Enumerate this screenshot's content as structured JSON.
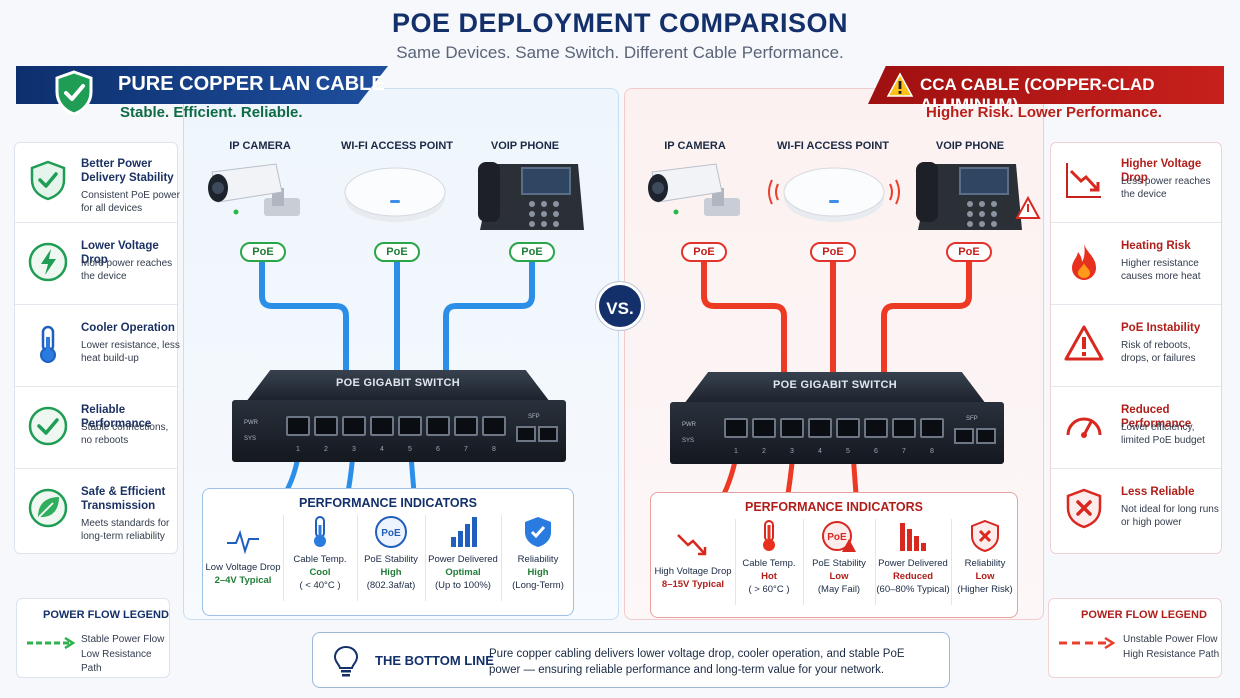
{
  "header": {
    "title": "POE DEPLOYMENT COMPARISON",
    "subtitle": "Same Devices. Same Switch. Different Cable Performance."
  },
  "vs_label": "VS.",
  "left": {
    "banner": "PURE COPPER LAN CABLE",
    "tagline": "Stable. Efficient. Reliable.",
    "accent": "#0d2f6e",
    "features": [
      {
        "icon": "shield-check-icon",
        "title": "Better Power Delivery Stability",
        "desc": "Consistent PoE power for all devices"
      },
      {
        "icon": "lightning-icon",
        "title": "Lower Voltage Drop",
        "desc": "More power reaches the device"
      },
      {
        "icon": "thermometer-icon",
        "title": "Cooler Operation",
        "desc": "Lower resistance, less heat build-up"
      },
      {
        "icon": "checkmark-icon",
        "title": "Reliable Performance",
        "desc": "Stable connections, no reboots"
      },
      {
        "icon": "leaf-icon",
        "title": "Safe & Efficient Transmission",
        "desc": "Meets standards for long-term reliability"
      }
    ],
    "devices": [
      {
        "label": "IP CAMERA",
        "poe": "PoE"
      },
      {
        "label": "WI-FI ACCESS POINT",
        "poe": "PoE"
      },
      {
        "label": "VOIP PHONE",
        "poe": "PoE"
      }
    ],
    "switch": {
      "name": "POE GIGABIT SWITCH",
      "pwr": "PWR",
      "sys": "SYS",
      "ports": [
        "1",
        "2",
        "3",
        "4",
        "5",
        "6",
        "7",
        "8"
      ],
      "sfp": "SFP"
    },
    "perf": {
      "title": "PERFORMANCE INDICATORS",
      "metrics": [
        {
          "icon": "waveform-icon",
          "label": "Low Voltage Drop",
          "value": "2–4V Typical",
          "extra": ""
        },
        {
          "icon": "thermometer-icon",
          "label": "Cable Temp.",
          "value": "Cool",
          "extra": "( < 40°C )"
        },
        {
          "icon": "poe-circle-icon",
          "label": "PoE Stability",
          "value": "High",
          "extra": "(802.3af/at)"
        },
        {
          "icon": "bar-chart-icon",
          "label": "Power Delivered",
          "value": "Optimal",
          "extra": "(Up to 100%)"
        },
        {
          "icon": "shield-check-icon",
          "label": "Reliability",
          "value": "High",
          "extra": "(Long-Term)"
        }
      ]
    },
    "legend": {
      "title": "POWER FLOW LEGEND",
      "line1": "Stable Power Flow",
      "line2": "Low Resistance Path"
    }
  },
  "right": {
    "banner": "CCA CABLE (COPPER-CLAD ALUMINUM)",
    "tagline": "Higher Risk. Lower Performance.",
    "accent": "#c8201c",
    "features": [
      {
        "icon": "trend-down-icon",
        "title": "Higher Voltage Drop",
        "desc": "Less power reaches the device"
      },
      {
        "icon": "flame-icon",
        "title": "Heating Risk",
        "desc": "Higher resistance causes more heat"
      },
      {
        "icon": "warning-icon",
        "title": "PoE Instability",
        "desc": "Risk of reboots, drops, or failures"
      },
      {
        "icon": "gauge-icon",
        "title": "Reduced Performance",
        "desc": "Lower efficiency, limited PoE budget"
      },
      {
        "icon": "shield-x-icon",
        "title": "Less Reliable",
        "desc": "Not ideal for long runs or high power"
      }
    ],
    "devices": [
      {
        "label": "IP CAMERA",
        "poe": "PoE"
      },
      {
        "label": "WI-FI ACCESS POINT",
        "poe": "PoE"
      },
      {
        "label": "VOIP PHONE",
        "poe": "PoE"
      }
    ],
    "switch": {
      "name": "POE GIGABIT SWITCH",
      "pwr": "PWR",
      "sys": "SYS",
      "ports": [
        "1",
        "2",
        "3",
        "4",
        "5",
        "6",
        "7",
        "8"
      ],
      "sfp": "SFP"
    },
    "perf": {
      "title": "PERFORMANCE INDICATORS",
      "metrics": [
        {
          "icon": "trend-down-icon",
          "label": "High Voltage Drop",
          "value": "8–15V Typical",
          "extra": ""
        },
        {
          "icon": "thermometer-icon",
          "label": "Cable Temp.",
          "value": "Hot",
          "extra": "( > 60°C )"
        },
        {
          "icon": "poe-warning-icon",
          "label": "PoE Stability",
          "value": "Low",
          "extra": "(May Fail)"
        },
        {
          "icon": "bar-chart-down-icon",
          "label": "Power Delivered",
          "value": "Reduced",
          "extra": "(60–80% Typical)"
        },
        {
          "icon": "shield-x-icon",
          "label": "Reliability",
          "value": "Low",
          "extra": "(Higher Risk)"
        }
      ]
    },
    "legend": {
      "title": "POWER FLOW LEGEND",
      "line1": "Unstable Power Flow",
      "line2": "High Resistance Path"
    }
  },
  "bottom_line": {
    "icon": "lightbulb-icon",
    "title": "THE BOTTOM LINE",
    "text": "Pure copper cabling delivers lower voltage drop, cooler operation, and stable PoE power — ensuring reliable performance and long-term value for your network."
  }
}
